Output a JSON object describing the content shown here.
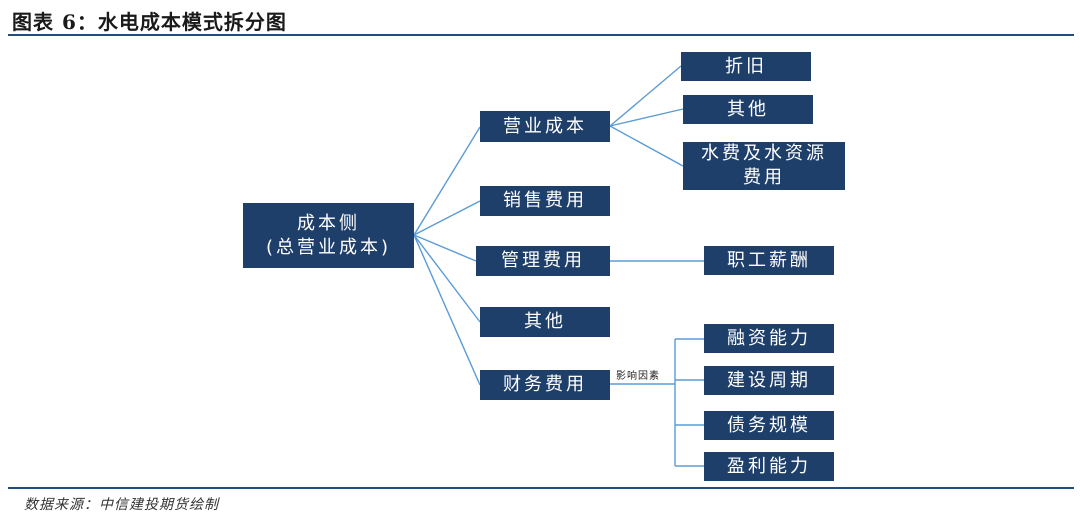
{
  "figure": {
    "title": "图表 6：水电成本模式拆分图",
    "source": "数据来源：中信建投期货绘制"
  },
  "diagram": {
    "root": {
      "line1": "成本侧",
      "line2": "(总营业成本)"
    },
    "level1": {
      "operating": "营业成本",
      "sales": "销售费用",
      "management": "管理费用",
      "other": "其他",
      "finance": "财务费用"
    },
    "operating_children": {
      "depreciation": "折旧",
      "other": "其他",
      "water_fee": {
        "line1": "水费及水资源",
        "line2": "费用"
      }
    },
    "management_children": {
      "salary": "职工薪酬"
    },
    "finance_note": "影响因素",
    "finance_children": {
      "financing": "融资能力",
      "construction": "建设周期",
      "debt": "债务规模",
      "profit": "盈利能力"
    },
    "colors": {
      "box": "#1f3f6b",
      "line": "#5b9bd5",
      "rule": "#1f4e79"
    }
  }
}
